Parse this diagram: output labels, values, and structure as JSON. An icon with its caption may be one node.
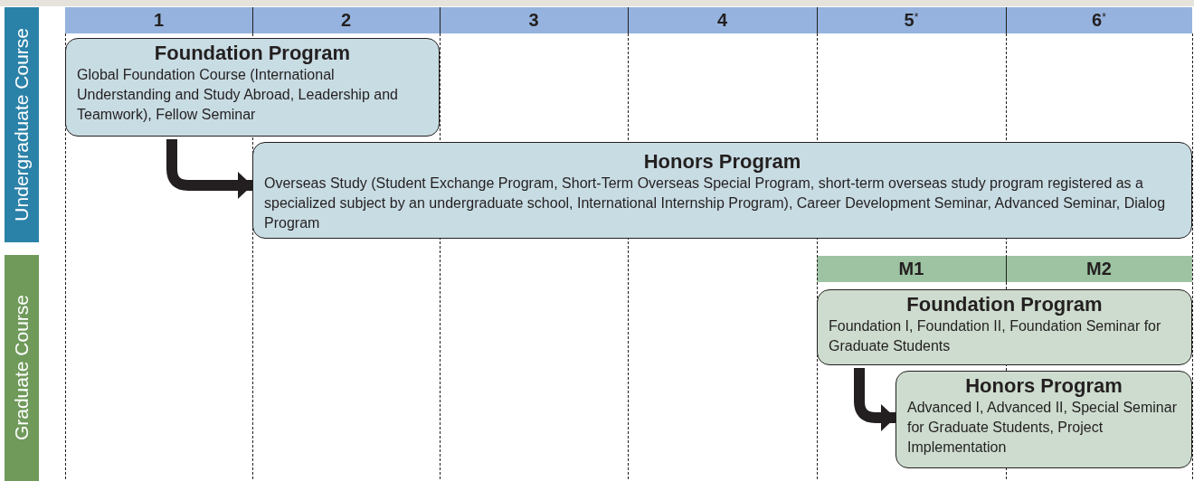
{
  "diagram": {
    "nodes": [
      {
        "text": [
          "Undergraduate Course"
        ]
      },
      {
        "text": [
          "Foundation Program",
          "Global Foundation Course (International Understanding and Study Abroad, Leadership and Teamwork), Fellow Seminar"
        ]
      },
      {
        "text": [
          "Honors Program",
          "Overseas Study (Student Exchange Program, Short-Term Overseas Special Program, short-term overseas study program registered as a specialized subject by an undergraduate school, International Internship Program), Career Development Seminar, Advanced Seminar, Dialog Program"
        ]
      },
      {
        "text": [
          "Graduate Course"
        ]
      },
      {
        "text": [
          "Foundation Program",
          "Foundation I, Foundation II, Foundation Seminar for Graduate Students"
        ]
      },
      {
        "text": [
          "Honors Program",
          "Advanced I, Advanced II, Special Seminar for Graduate Students, Project Implementation"
        ]
      }
    ],
    "edges": [
      {
        "from": 1,
        "to": 2,
        "arrow": "to"
      },
      {
        "from": 4,
        "to": 5,
        "arrow": "to"
      }
    ],
    "labels": [
      "1",
      "2",
      "3",
      "4",
      "5$^{*}$",
      "6$^{*}$",
      "M1",
      "M2"
    ]
  }
}
